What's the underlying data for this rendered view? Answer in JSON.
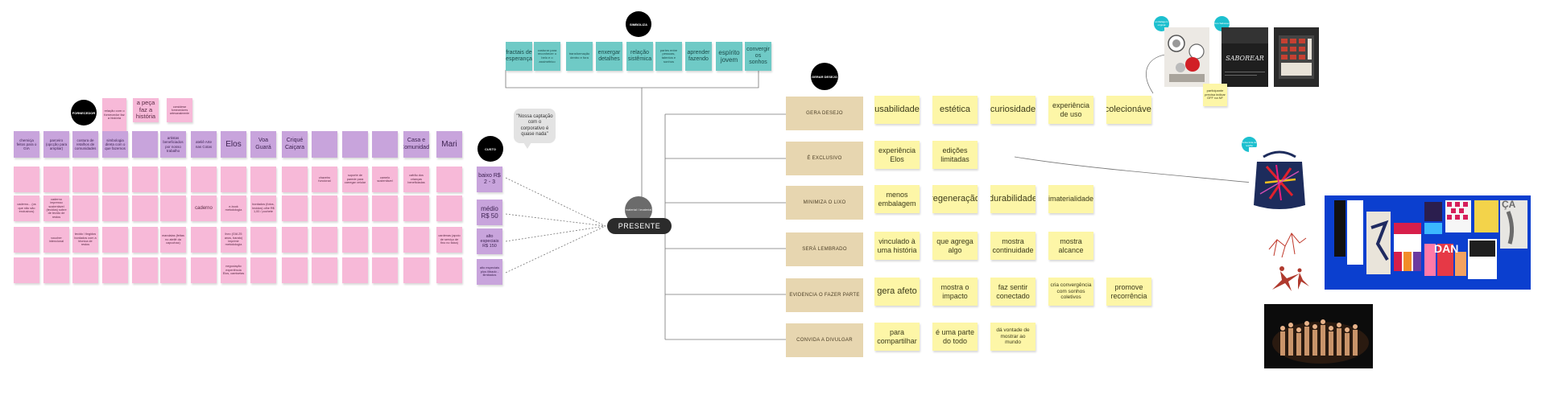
{
  "simboliza": {
    "label": "SIMBOLIZA",
    "notes": [
      "fractais de esperança",
      "costurar para reconhecer o belo e o assimétrico",
      "transformação dentro e fora",
      "enxergar detalhes",
      "relação sistêmica",
      "partes entre pessoas, talentos e sonhos",
      "aprender fazendo",
      "espírito jovem",
      "convergir os sonhos"
    ]
  },
  "fornecedor": {
    "label": "FORNECEDOR",
    "top_notes": [
      "relação com o fornecedor faz a história",
      "a peça faz a história",
      "considerar fornecedores artesanalmente"
    ],
    "headers": [
      "chemicja feitos para o GIA",
      "parceiro (opcção para ampliar)",
      "costura de retalhos de comunidades",
      "simbologia direta com o que fazemos",
      "",
      "artistas beneficiados por nosso trabalho",
      "ateliê Arte nas Cotas",
      "Elos",
      "Voa Guará",
      "Criqué Caiçara",
      "",
      "",
      "",
      "Casa e Comunidade",
      "Mari"
    ],
    "cells": [
      [
        "",
        "",
        "",
        "",
        "",
        "",
        "",
        "",
        "",
        "",
        "chaveiro funcional",
        "suporte de parede para carregar celular",
        "camelo sustentável",
        "cafrão dos crianças beneficiadas",
        ""
      ],
      [
        "caderno... (os que não são exclusivos)",
        "caderno impresso sustentável (tecidos) sobre de tecido de restos",
        "",
        "",
        "",
        "",
        "caderno",
        "e-book metodologia",
        "bordados (fotos, tecidos) olhe R$ 1,00 / pochete",
        "",
        "",
        "",
        "",
        "",
        ""
      ],
      [
        "",
        "voucher intencional",
        "tecido / tingidos bordados com a técnica de restos",
        "",
        "",
        "mandalas (feitas no ateliê da capuchaz)",
        "",
        "livro (GIA 25 anos, barato) imprimir metodologia",
        "",
        "",
        "",
        "",
        "",
        "",
        "cardenas (apoio de serviço de fino no faixa)"
      ],
      [
        "",
        "",
        "",
        "",
        "",
        "",
        "",
        "negociação experiência Elos, camisetas",
        "",
        "",
        "",
        "",
        "",
        "",
        ""
      ]
    ]
  },
  "custo": {
    "label": "CUSTO",
    "options": [
      "baixo R$ 2 - 3",
      "médio R$ 50",
      "alto especiais R$ 150",
      "alto especiais plus ilibado - ilimitados"
    ],
    "quote": "\"Nossa captação com o corporativo é quase nada\""
  },
  "presente": {
    "label": "PRESENTE",
    "material_label": "material / imaterial"
  },
  "center_dot": "GERAR DESEJO",
  "rows": [
    {
      "category": "GERA DESEJO",
      "notes": [
        "usabilidade",
        "estética",
        "curiosidade",
        "experiência de uso",
        "colecionável"
      ]
    },
    {
      "category": "É EXCLUSIVO",
      "notes": [
        "experiência Elos",
        "edições limitadas"
      ]
    },
    {
      "category": "MINIMIZA O LIXO",
      "notes": [
        "menos embalagem",
        "regeneração",
        "durabilidade",
        "imaterialidade"
      ]
    },
    {
      "category": "SERÁ LEMBRADO",
      "notes": [
        "vinculado à uma história",
        "que agrega algo",
        "mostra continuidade",
        "mostra alcance"
      ]
    },
    {
      "category": "EVIDENCIA O FAZER PARTE",
      "notes": [
        "gera afeto",
        "mostra o impacto",
        "faz sentir conectado",
        "cria convergência com sonhos coletivos",
        "promove recorrência"
      ]
    },
    {
      "category": "CONVIDA A DIVULGAR",
      "notes": [
        "para compartilhar",
        "é uma parte do todo",
        "dá vontade de mostrar ao mundo"
      ]
    }
  ],
  "references": {
    "dot_labels": [
      "embalagem original",
      "livro Saborear",
      "bolsa feita de retalho"
    ],
    "book_title": "SABOREAR",
    "side_note": "participante precisa indicar GFF na NF",
    "poster_words": [
      "DAN",
      "ÇA"
    ]
  },
  "colors": {
    "teal": "#6fcac6",
    "pink": "#f7b9d8",
    "purple": "#c8a4dc",
    "yellow": "#fdf6a7",
    "beige": "#e7d6b0",
    "poster_blue": "#0b3fcf"
  }
}
